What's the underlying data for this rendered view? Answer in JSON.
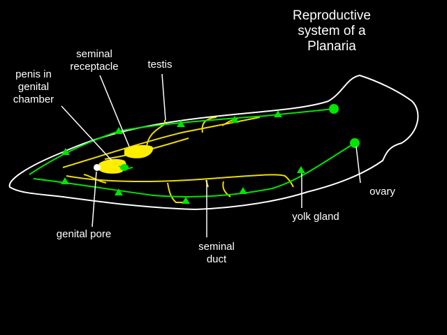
{
  "title": "Reproductive\nsystem of a\nPlanaria",
  "labels": {
    "penis_in_genital_chamber": "penis in\ngenital\nchamber",
    "seminal_receptacle": "seminal\nreceptacle",
    "testis": "testis",
    "ovary": "ovary",
    "yolk_gland": "yolk gland",
    "genital_pore": "genital pore",
    "seminal_duct": "seminal\nduct"
  },
  "colors": {
    "background": "#000000",
    "outline": "#ffffff",
    "yolk_duct": "#00e600",
    "testis_ducts": "#ffee00",
    "text": "#ffffff"
  }
}
